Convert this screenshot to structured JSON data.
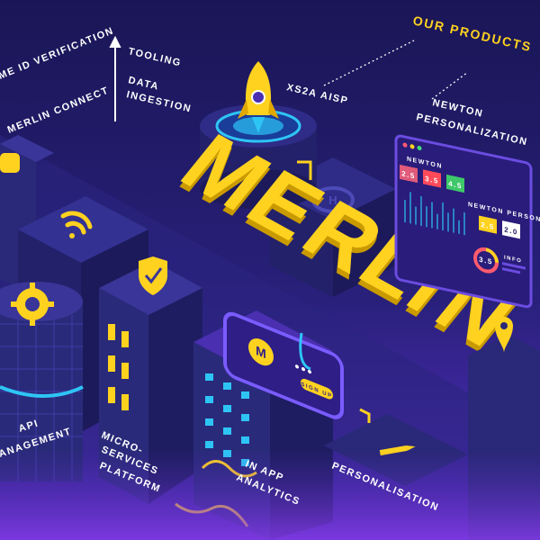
{
  "brand": {
    "letters": [
      "M",
      "E",
      "R",
      "L",
      "I",
      "N"
    ]
  },
  "header": {
    "products_label": "OUR PRODUCTS"
  },
  "labels": {
    "id_verification": "ME ID VERIFICATION",
    "merlin_connect": "MERLIN CONNECT",
    "tooling": "TOOLING",
    "data": "DATA",
    "ingestion": "INGESTION",
    "xs2a": "XS2A AISP",
    "newton_1": "NEWTON",
    "newton_2": "PERSONALIZATION",
    "api_1": "API",
    "api_2": "ANAGEMENT",
    "micro_1": "MICRO-",
    "micro_2": "SERVICES",
    "micro_3": "PLATFORM",
    "inapp_1": "IN APP",
    "inapp_2": "ANALYTICS",
    "personalisation": "PERSONALISATION"
  },
  "dashboard": {
    "title": "NEWTON PERSONALIZATION",
    "title_small": "NEWTON",
    "metrics": [
      "2.5",
      "3.5",
      "4.5",
      "2.5",
      "2.0"
    ],
    "gauge_value": "3.5",
    "info_label": "INFO"
  },
  "phone": {
    "signup_label": "SIGN UP"
  },
  "colors": {
    "background": "#1f1a63",
    "accent_yellow": "#ffd21f",
    "accent_blue": "#2ec5f5",
    "building_dark": "#2a2a7a",
    "building_purple": "#4a2fb0"
  },
  "icons": [
    "rocket-icon",
    "wifi-icon",
    "shield-check-icon",
    "gear-icon",
    "chat-bubble-icon",
    "location-pin-icon",
    "helipad-icon",
    "pen-icon",
    "merlin-logo-icon"
  ]
}
